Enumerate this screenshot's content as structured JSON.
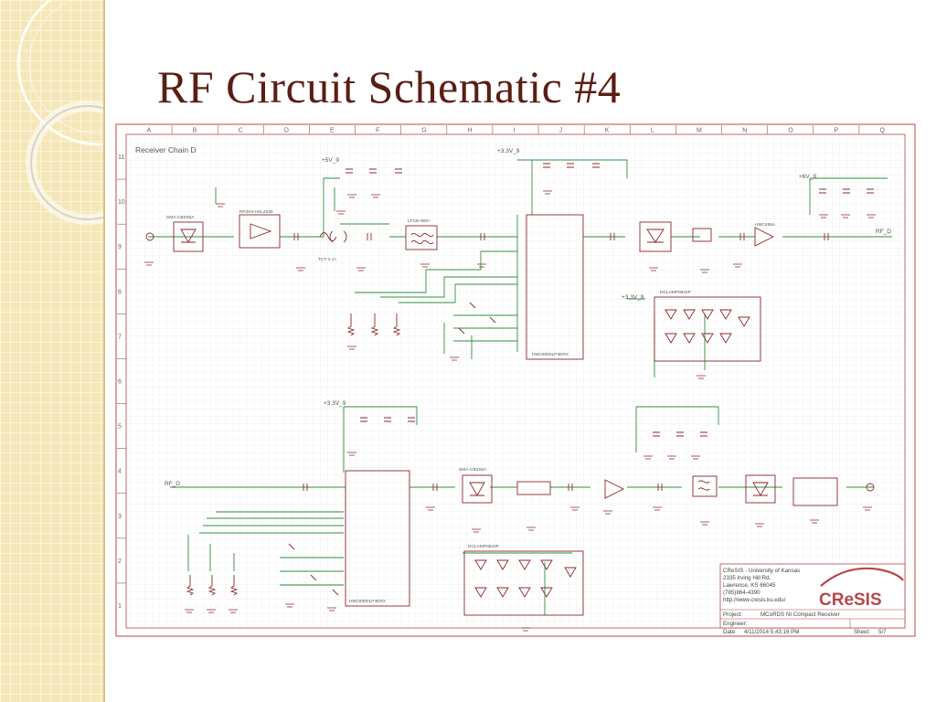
{
  "slide": {
    "title": "RF Circuit Schematic #4"
  },
  "schematic": {
    "column_labels": [
      "A",
      "B",
      "C",
      "D",
      "E",
      "F",
      "G",
      "H",
      "I",
      "J",
      "K",
      "L",
      "M",
      "N",
      "O",
      "P",
      "Q"
    ],
    "row_labels": [
      "11",
      "10",
      "9",
      "8",
      "7",
      "6",
      "5",
      "4",
      "3",
      "2",
      "1"
    ],
    "section_label": "Receiver Chain D",
    "net_labels": {
      "rf_out": "RF_D",
      "rf_in": "RF_D",
      "rail_33v_top": "+3.3V_9",
      "rail_33v_mid": "+3.3V_9",
      "rail_5v": "+5V_9",
      "rail_6v": "+6V_9",
      "rail_33v_ddc": "+3.3V_9"
    },
    "parts": {
      "mixer": "RF3X3-HXL2230",
      "filter": "LFCN-800+",
      "transformer": "TCT-1-1+",
      "ddc_top": "HMC8000LP4ERX",
      "ddc_bottom": "HMC8000LP4ERX",
      "diode_top": "SMA-CB3S6A",
      "diode_bottom": "SMA-CB3S6A",
      "rf_part": "HMC455A",
      "tvs_top": "DCLAMP0524P",
      "tvs_bottom": "DCLAMP0524P"
    },
    "title_block": {
      "org": "CReSIS - University of Kansas",
      "address1": "2335 Irving Hill Rd.",
      "address2": "Lawrence, KS 66045",
      "phone": "(785)864-4390",
      "url": "http://www.cresis.ku.edu/",
      "project_label": "Project:",
      "project": "MCoRDS NI Compact Receiver",
      "engineer_label": "Engineer:",
      "engineer": "",
      "date_label": "Date:",
      "date": "4/11/2014 5:43:16 PM",
      "sheet_label": "Sheet:",
      "sheet": "5/7",
      "logo_text": "CReSIS"
    },
    "colors": {
      "frame": "#b5484a",
      "grid": "#dcdcdc",
      "wire": "#2f8f3e",
      "component": "#8b2a2a",
      "label": "#555555"
    }
  }
}
